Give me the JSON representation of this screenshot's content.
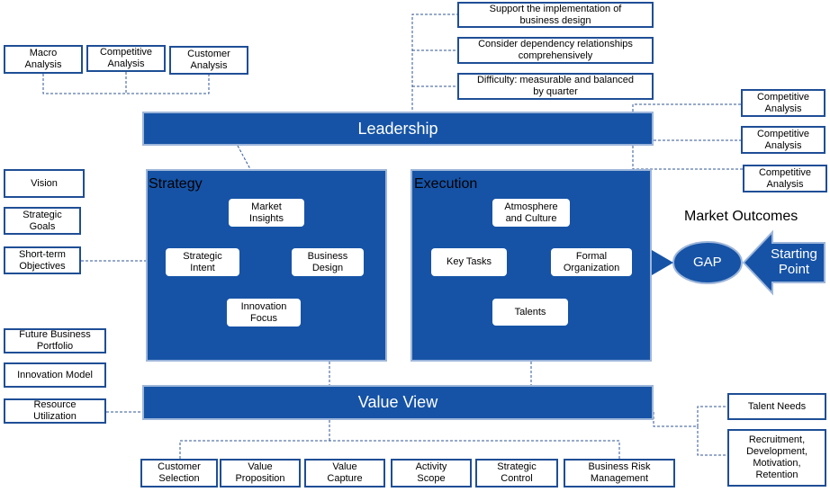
{
  "top_notes": [
    "Support the implementation of\nbusiness design",
    "Consider dependency relationships\ncomprehensively",
    "Difficulty: measurable and balanced\nby quarter"
  ],
  "analysis_boxes": [
    "Macro\nAnalysis",
    "Competitive\nAnalysis",
    "Customer\nAnalysis"
  ],
  "right_analysis": [
    "Competitive\nAnalysis",
    "Competitive\nAnalysis",
    "Competitive\nAnalysis"
  ],
  "left_top": [
    "Vision",
    "Strategic\nGoals",
    "Short-term\nObjectives"
  ],
  "left_bottom": [
    "Future Business\nPortfolio",
    "Innovation Model",
    "Resource\nUtilization"
  ],
  "leadership": "Leadership",
  "value_view": "Value View",
  "strategy": {
    "title": "Strategy",
    "nodes": [
      "Market\nInsights",
      "Strategic\nIntent",
      "Business\nDesign",
      "Innovation\nFocus"
    ]
  },
  "execution": {
    "title": "Execution",
    "nodes": [
      "Atmosphere\nand Culture",
      "Key Tasks",
      "Formal\nOrganization",
      "Talents"
    ]
  },
  "market_outcomes": "Market Outcomes",
  "gap": "GAP",
  "starting_point": "Starting\nPoint",
  "right_bottom": [
    "Talent Needs",
    "Recruitment,\nDevelopment,\nMotivation,\nRetention"
  ],
  "bottom_boxes": [
    "Customer\nSelection",
    "Value\nProposition",
    "Value\nCapture",
    "Activity\nScope",
    "Strategic\nControl",
    "Business Risk\nManagement"
  ],
  "colors": {
    "primary": "#1653a6",
    "border": "#1f4e96",
    "connector": "#2f5597"
  }
}
